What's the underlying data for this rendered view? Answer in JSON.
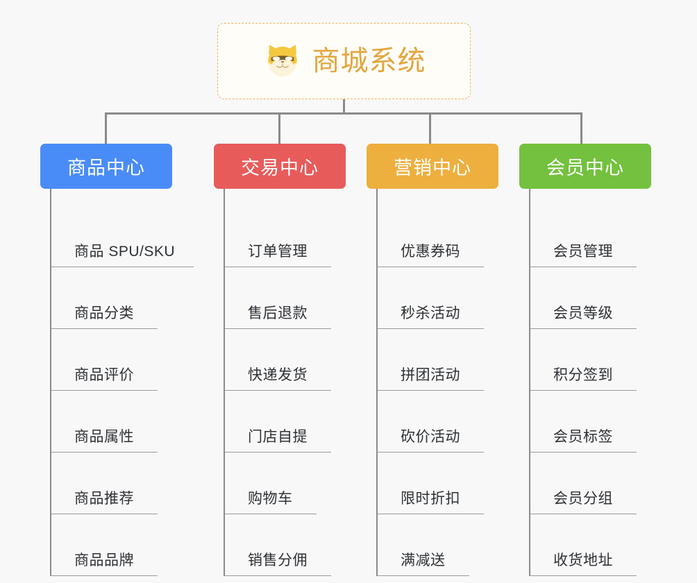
{
  "background_color": "#f8f8f8",
  "root": {
    "title": "商城系统",
    "icon": "shiba-dog-face-icon",
    "text_color": "#e2a63e",
    "border_color": "#e8b75f",
    "background": "#fffdf8"
  },
  "connector_color": "#8a8a8a",
  "columns": [
    {
      "title": "商品中心",
      "color": "#4a8cf7",
      "items": [
        "商品 SPU/SKU",
        "商品分类",
        "商品评价",
        "商品属性",
        "商品推荐",
        "商品品牌"
      ]
    },
    {
      "title": "交易中心",
      "color": "#e85b5b",
      "items": [
        "订单管理",
        "售后退款",
        "快递发货",
        "门店自提",
        "购物车",
        "销售分佣"
      ]
    },
    {
      "title": "营销中心",
      "color": "#edaf3e",
      "items": [
        "优惠券码",
        "秒杀活动",
        "拼团活动",
        "砍价活动",
        "限时折扣",
        "满减送"
      ]
    },
    {
      "title": "会员中心",
      "color": "#73c13e",
      "items": [
        "会员管理",
        "会员等级",
        "积分签到",
        "会员标签",
        "会员分组",
        "收货地址"
      ]
    }
  ]
}
